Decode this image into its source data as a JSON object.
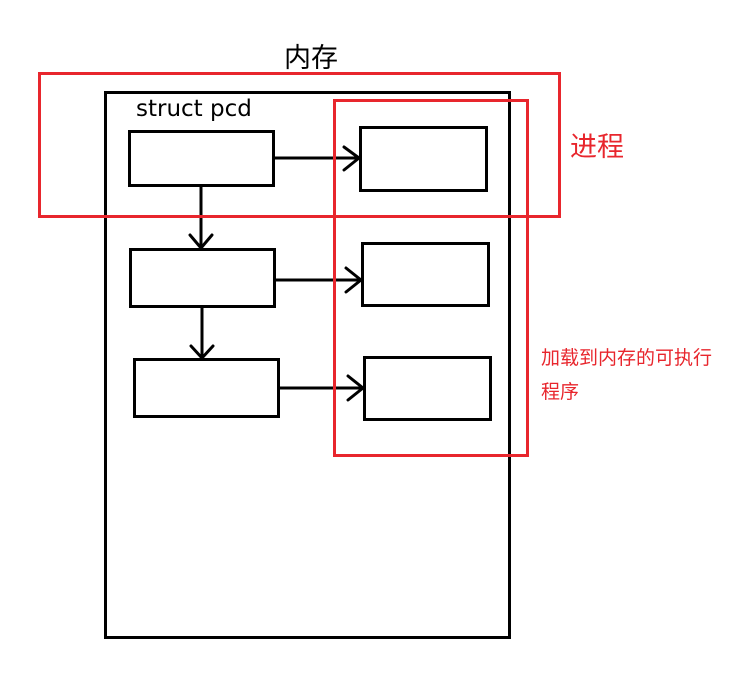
{
  "diagram": {
    "memory_label": "内存",
    "struct_label": "struct pcd",
    "process_label": "进程",
    "program_label_line1": "加载到内存的可执行",
    "program_label_line2": "程序",
    "colors": {
      "stroke": "#000000",
      "highlight": "#e8262d",
      "background": "#ffffff"
    }
  }
}
